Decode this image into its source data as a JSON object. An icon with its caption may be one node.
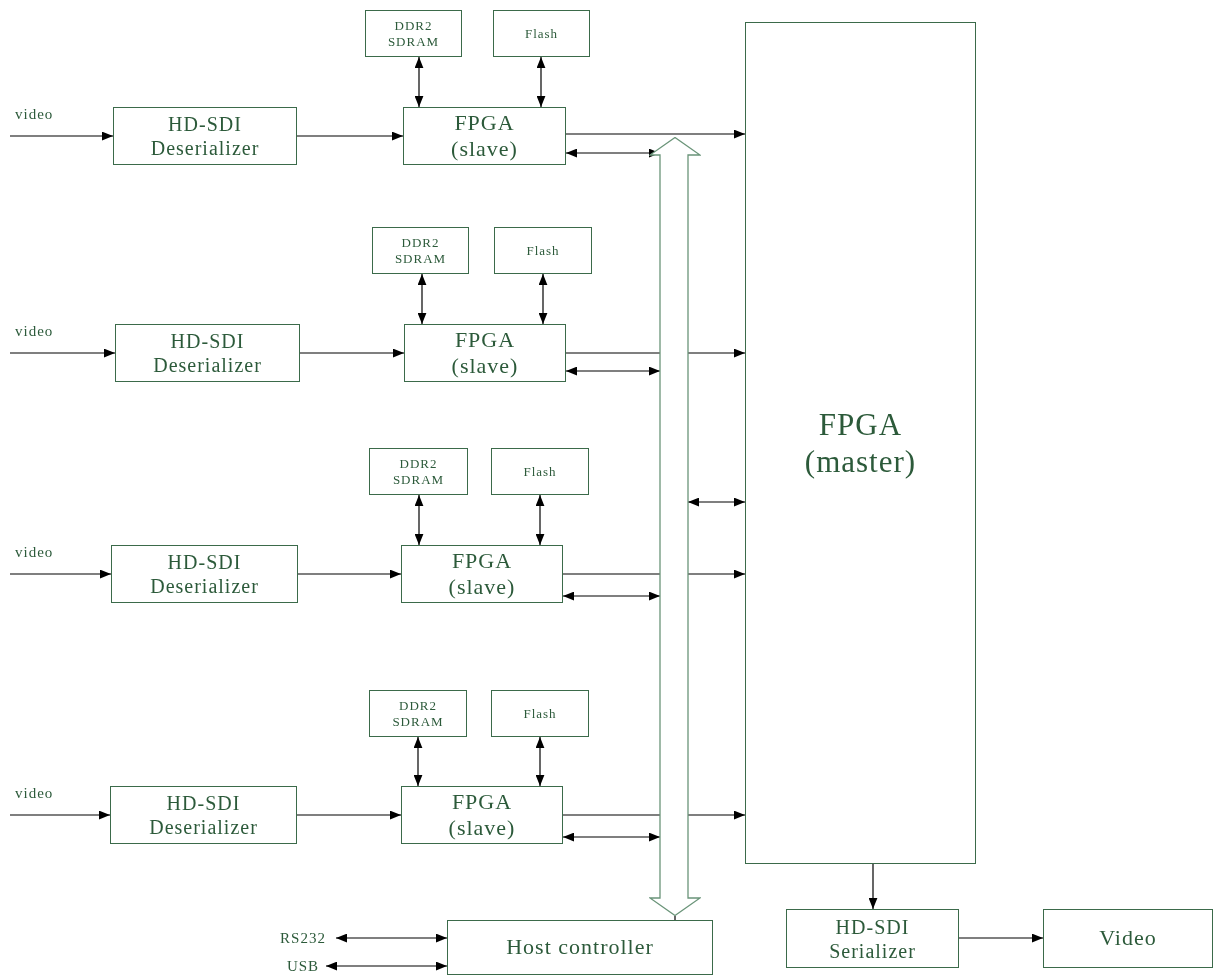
{
  "diagram": {
    "nodes": [
      {
        "text": [
          "DDR2 SDRAM"
        ]
      },
      {
        "text": [
          "Flash"
        ]
      },
      {
        "text": [
          "HD-SDI Deserializer"
        ]
      },
      {
        "text": [
          "FPGA (slave)"
        ]
      },
      {
        "text": [
          "DDR2 SDRAM"
        ]
      },
      {
        "text": [
          "Flash"
        ]
      },
      {
        "text": [
          "HD-SDI Deserializer"
        ]
      },
      {
        "text": [
          "FPGA (slave)"
        ]
      },
      {
        "text": [
          "DDR2 SDRAM"
        ]
      },
      {
        "text": [
          "Flash"
        ]
      },
      {
        "text": [
          "HD-SDI Deserializer"
        ]
      },
      {
        "text": [
          "FPGA (slave)"
        ]
      },
      {
        "text": [
          "DDR2 SDRAM"
        ]
      },
      {
        "text": [
          "Flash"
        ]
      },
      {
        "text": [
          "HD-SDI Deserializer"
        ]
      },
      {
        "text": [
          "FPGA (slave)"
        ]
      },
      {
        "text": [],
        "shape": "bus"
      },
      {
        "text": [
          "FPGA (master)"
        ]
      },
      {
        "text": [
          "RS232"
        ]
      },
      {
        "text": [
          "USB"
        ]
      },
      {
        "text": [
          "Host controller"
        ]
      },
      {
        "text": [
          "HD-SDI Serializer"
        ]
      },
      {
        "text": [
          "Video"
        ]
      }
    ],
    "edges": [
      {
        "from": null,
        "to": 2,
        "arrow": "to",
        "label": "video"
      },
      {
        "from": 2,
        "to": 3,
        "arrow": "to"
      },
      {
        "from": 0,
        "to": 3,
        "arrow": "both"
      },
      {
        "from": 1,
        "to": 3,
        "arrow": "both"
      },
      {
        "from": 3,
        "to": 17,
        "arrow": "to"
      },
      {
        "from": 3,
        "to": 16,
        "arrow": "both"
      },
      {
        "from": null,
        "to": 6,
        "arrow": "to",
        "label": "video"
      },
      {
        "from": 6,
        "to": 7,
        "arrow": "to"
      },
      {
        "from": 4,
        "to": 7,
        "arrow": "both"
      },
      {
        "from": 5,
        "to": 7,
        "arrow": "both"
      },
      {
        "from": 7,
        "to": 16,
        "arrow": "none"
      },
      {
        "from": 7,
        "to": 16,
        "arrow": "both"
      },
      {
        "from": null,
        "to": 10,
        "arrow": "to",
        "label": "video"
      },
      {
        "from": 10,
        "to": 11,
        "arrow": "to"
      },
      {
        "from": 8,
        "to": 11,
        "arrow": "both"
      },
      {
        "from": 9,
        "to": 11,
        "arrow": "both"
      },
      {
        "from": 11,
        "to": 16,
        "arrow": "none"
      },
      {
        "from": 11,
        "to": 16,
        "arrow": "both"
      },
      {
        "from": null,
        "to": 14,
        "arrow": "to",
        "label": "video"
      },
      {
        "from": 14,
        "to": 15,
        "arrow": "to"
      },
      {
        "from": 12,
        "to": 15,
        "arrow": "both"
      },
      {
        "from": 13,
        "to": 15,
        "arrow": "both"
      },
      {
        "from": 15,
        "to": 16,
        "arrow": "none"
      },
      {
        "from": 15,
        "to": 16,
        "arrow": "both"
      },
      {
        "from": 16,
        "to": 17,
        "arrow": "both"
      },
      {
        "from": 18,
        "to": 20,
        "arrow": "both"
      },
      {
        "from": 19,
        "to": 20,
        "arrow": "both"
      },
      {
        "from": 17,
        "to": 21,
        "arrow": "to"
      },
      {
        "from": 21,
        "to": 22,
        "arrow": "to"
      },
      {
        "from": 16,
        "to": 20,
        "arrow": "none"
      },
      {
        "from": 16,
        "to": 17,
        "arrow": "to"
      },
      {
        "from": 16,
        "to": 17,
        "arrow": "to"
      },
      {
        "from": 16,
        "to": 17,
        "arrow": "to"
      }
    ]
  }
}
